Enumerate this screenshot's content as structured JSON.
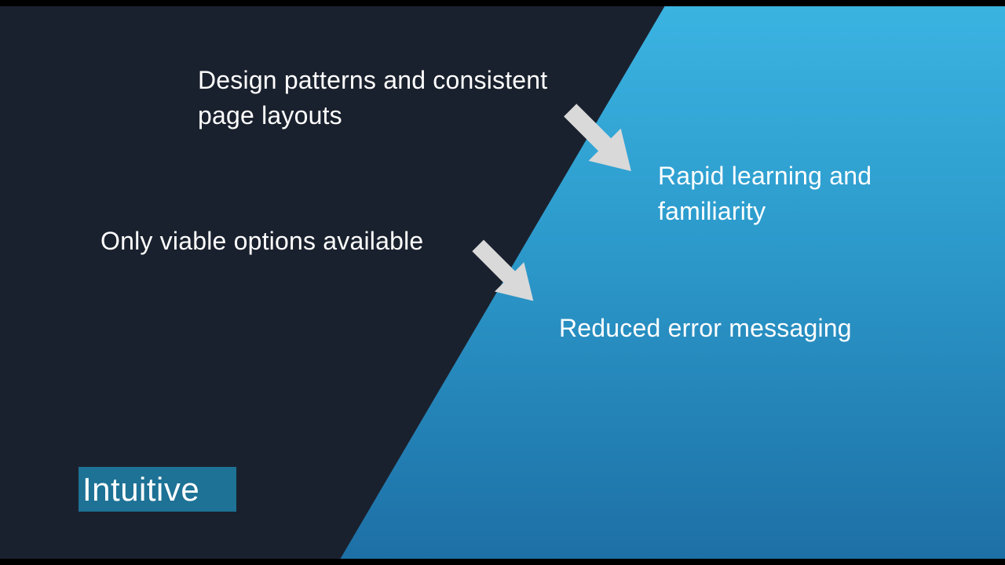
{
  "slide": {
    "category_label": "Intuitive",
    "items": [
      {
        "cause": "Design patterns and consistent\npage layouts",
        "effect": "Rapid learning and\nfamiliarity"
      },
      {
        "cause": "Only viable options available",
        "effect": "Reduced error messaging"
      }
    ]
  },
  "colors": {
    "letterbox": "#000000",
    "dark_background": "#1a212e",
    "blue_gradient_top": "#3bb4e2",
    "blue_gradient_bottom": "#1d6fa5",
    "category_label_background": "#1d7295",
    "arrow": "#d9d9d9",
    "text": "#ffffff"
  }
}
